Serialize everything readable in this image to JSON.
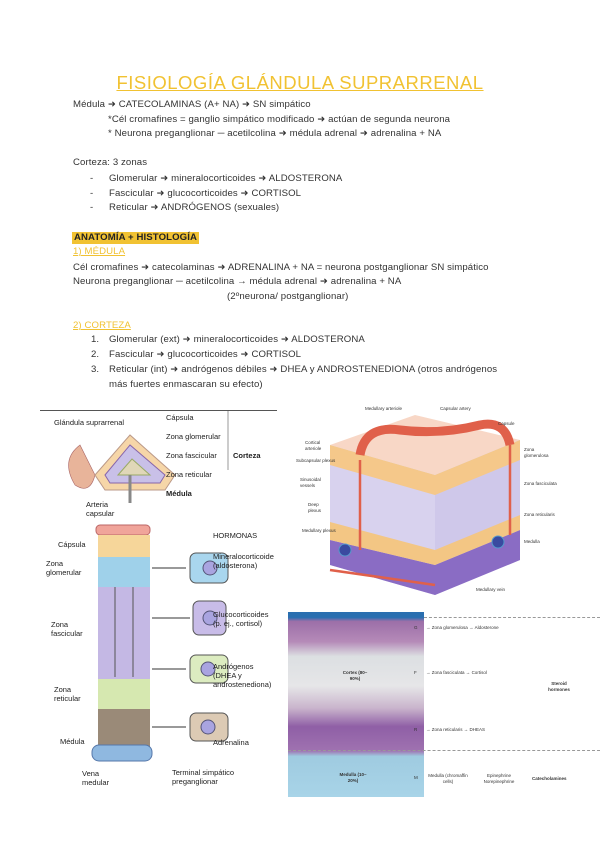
{
  "title": "FISIOLOGÍA GLÁNDULA SUPRARRENAL",
  "intro": {
    "medula": "Médula ➜ CATECOLAMINAS (A+ NA) ➜ SN simpático",
    "note1": "*Cél cromafines = ganglio simpático modificado ➜ actúan de segunda neurona",
    "note2": "* Neurona preganglionar ─ acetilcolina ➜ médula adrenal ➜ adrenalina + NA",
    "corteza": "Corteza: 3 zonas",
    "zonas": [
      "Glomerular ➜ mineralocorticoides ➜ ALDOSTERONA",
      "Fascicular ➜ glucocorticoides ➜ CORTISOL",
      "Reticular ➜ ANDRÓGENOS (sexuales)"
    ]
  },
  "anatomia": {
    "heading": "ANATOMÍA + HISTOLOGÍA",
    "medula_heading": "1) MÉDULA",
    "medula_lines": [
      "Cél cromafines ➜ catecolaminas ➜ ADRENALINA + NA = neurona postganglionar SN simpático",
      "Neurona preganglionar ─ acetilcolina → médula adrenal ➜ adrenalina + NA",
      "(2ºneurona/ postganglionar)"
    ],
    "corteza_heading": "2) CORTEZA",
    "corteza_items": [
      "1.|Glomerular (ext) ➜  mineralocorticoides ➜ ALDOSTERONA",
      "2.|Fascicular ➜ glucocorticoides ➜ CORTISOL",
      "3.|Reticular (int) ➜ andrógenos débiles ➜ DHEA y ANDROSTENEDIONA (otros andrógenos"
    ],
    "corteza_cont": "más fuertes enmascaran su efecto)"
  },
  "figure_left": {
    "labels": {
      "glandula": "Glándula suprarrenal",
      "capsula_top": "Cápsula",
      "zona_glom": "Zona glomerular",
      "zona_fasc": "Zona fascicular",
      "zona_ret": "Zona reticular",
      "corteza": "Corteza",
      "medula_top": "Médula",
      "arteria": "Arteria capsular",
      "capsula": "Cápsula",
      "glomerular": "Zona glomerular",
      "fascicular": "Zona fascicular",
      "reticular": "Zona reticular",
      "medula": "Médula",
      "vena": "Vena medular",
      "hormonas": "HORMONAS",
      "h1": "Mineralocorticoide (aldosterona)",
      "h2": "Glucocorticoides (p. ej., cortisol)",
      "h3": "Andrógenos (DHEA y androstenediona)",
      "h4": "Adrenalina",
      "terminal": "Terminal simpático preganglionar"
    }
  },
  "figure_right": {
    "labels": {
      "medullary_arteriole": "Medullary arteriole",
      "capsular_artery": "Capsular artery",
      "capsule": "Capsule",
      "cortical_arteriole": "Cortical arteriole",
      "subcapsular": "Subcapsular plexus",
      "sinusoidal": "Sinusoidal vessels",
      "deep": "Deep plexus",
      "medullary_plexus": "Medullary plexus",
      "zg": "Zona glomerulosa",
      "zf": "Zona fasciculata",
      "zr": "Zona reticularis",
      "medulla": "Medulla",
      "medullary_vein": "Medullary vein"
    }
  },
  "figure_histo": {
    "labels": {
      "zg": "Zona glomerulosa",
      "aldo": "Aldosterone",
      "zf": "Zona fasciculata",
      "cortisol": "Cortisol",
      "zr": "Zona reticularis",
      "dheas": "DHEAS",
      "steroid": "Steroid hormones",
      "medulla": "Medulla (chromaffin cells)",
      "epi": "Epinephrine Norepinephrine",
      "cat": "Catecholamines",
      "cortex": "Cortex (80–90%)",
      "medulla_pct": "Medulla (10–20%)",
      "G": "G",
      "F": "F",
      "R": "R",
      "M": "M"
    }
  }
}
